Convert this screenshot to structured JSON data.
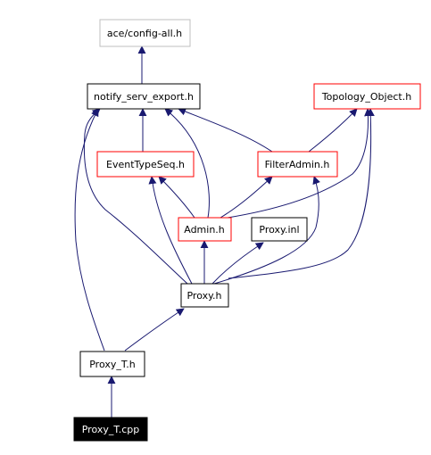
{
  "colors": {
    "edge": "#191970",
    "border_default": "#000000",
    "border_red": "#ff0000",
    "border_gray": "#bfbfbf",
    "fill_default": "#ffffff",
    "fill_root": "#000000",
    "text_default": "#000000",
    "text_root": "#ffffff"
  },
  "nodes": {
    "config_all": {
      "label": "ace/config-all.h",
      "style": "gray"
    },
    "notify_serv_export": {
      "label": "notify_serv_export.h",
      "style": "black"
    },
    "topology_object": {
      "label": "Topology_Object.h",
      "style": "red"
    },
    "event_type_seq": {
      "label": "EventTypeSeq.h",
      "style": "red"
    },
    "filter_admin": {
      "label": "FilterAdmin.h",
      "style": "red"
    },
    "admin": {
      "label": "Admin.h",
      "style": "red"
    },
    "proxy_inl": {
      "label": "Proxy.inl",
      "style": "black"
    },
    "proxy_h": {
      "label": "Proxy.h",
      "style": "black"
    },
    "proxy_t_h": {
      "label": "Proxy_T.h",
      "style": "black"
    },
    "proxy_t_cpp": {
      "label": "Proxy_T.cpp",
      "style": "root"
    }
  },
  "edges": [
    {
      "from": "notify_serv_export",
      "to": "config_all"
    },
    {
      "from": "event_type_seq",
      "to": "notify_serv_export"
    },
    {
      "from": "filter_admin",
      "to": "notify_serv_export"
    },
    {
      "from": "filter_admin",
      "to": "topology_object"
    },
    {
      "from": "admin",
      "to": "notify_serv_export"
    },
    {
      "from": "admin",
      "to": "event_type_seq"
    },
    {
      "from": "admin",
      "to": "filter_admin"
    },
    {
      "from": "admin",
      "to": "topology_object"
    },
    {
      "from": "proxy_h",
      "to": "notify_serv_export"
    },
    {
      "from": "proxy_h",
      "to": "event_type_seq"
    },
    {
      "from": "proxy_h",
      "to": "filter_admin"
    },
    {
      "from": "proxy_h",
      "to": "admin"
    },
    {
      "from": "proxy_h",
      "to": "proxy_inl"
    },
    {
      "from": "proxy_h",
      "to": "topology_object"
    },
    {
      "from": "proxy_t_h",
      "to": "notify_serv_export"
    },
    {
      "from": "proxy_t_h",
      "to": "proxy_h"
    },
    {
      "from": "proxy_t_cpp",
      "to": "proxy_t_h"
    }
  ]
}
